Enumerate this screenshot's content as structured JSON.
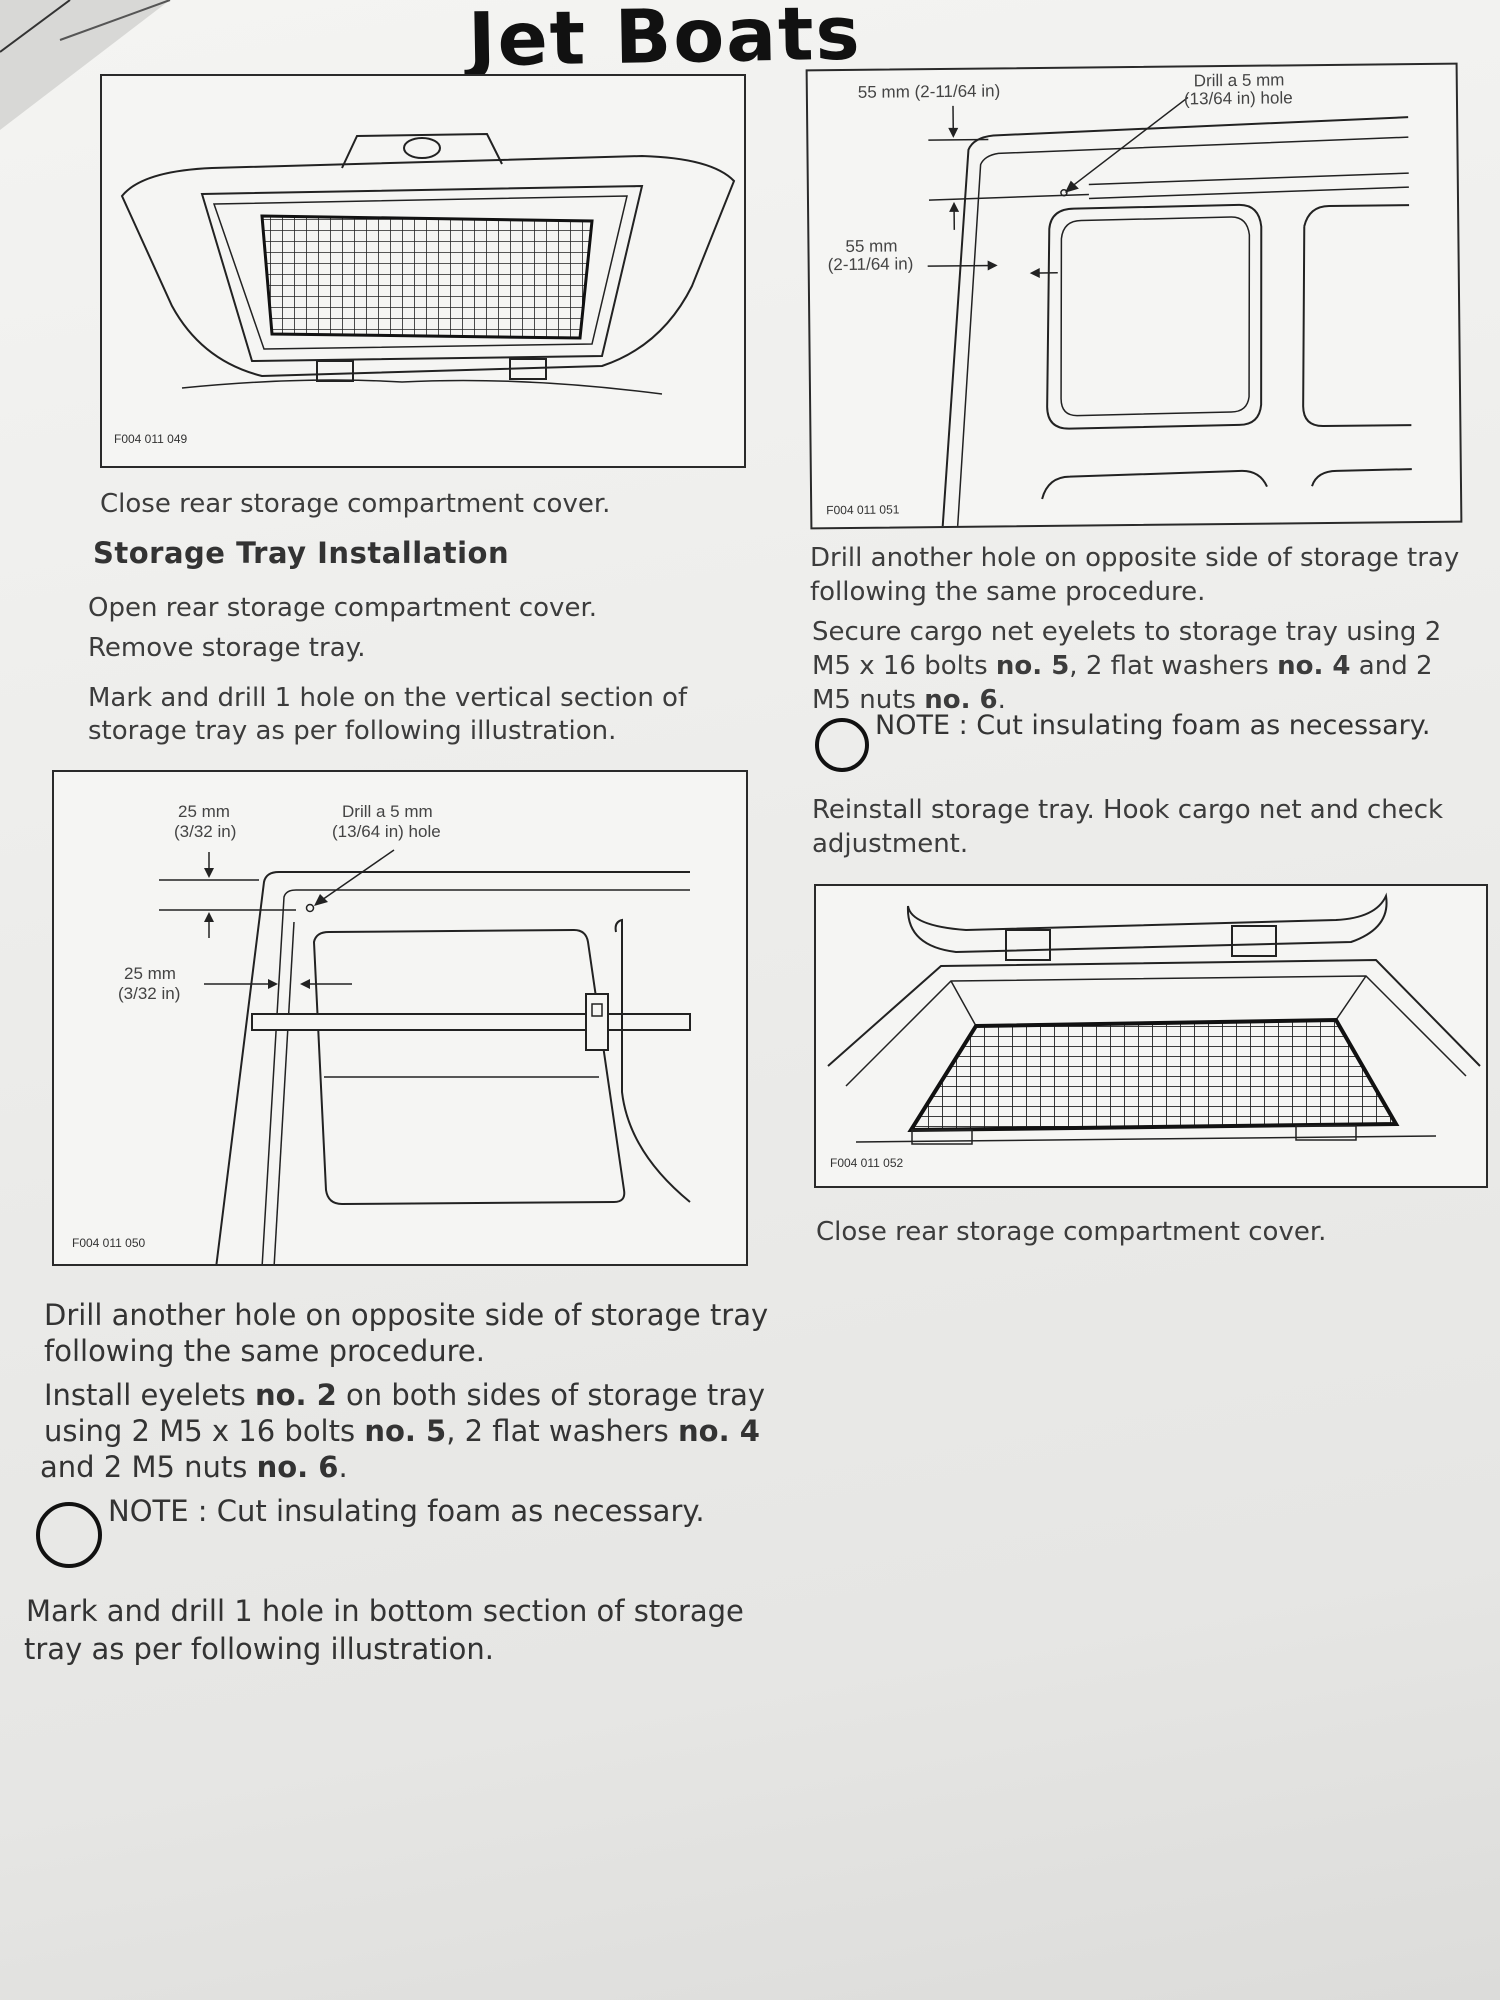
{
  "header": {
    "title": "Jet Boats"
  },
  "figures": {
    "fig1": {
      "code": "F004 011 049"
    },
    "fig2": {
      "code": "F004 011 051",
      "dim_top": "55 mm (2-11/64 in)",
      "drill_line1": "Drill a 5 mm",
      "drill_line2": "(13/64 in) hole",
      "dim_side_line1": "55 mm",
      "dim_side_line2": "(2-11/64 in)"
    },
    "fig3": {
      "code": "F004 011 050",
      "dim_top_line1": "25 mm",
      "dim_top_line2": "(3/32 in)",
      "drill_line1": "Drill a 5 mm",
      "drill_line2": "(13/64 in) hole",
      "dim_side_line1": "25 mm",
      "dim_side_line2": "(3/32 in)"
    },
    "fig4": {
      "code": "F004 011 052"
    }
  },
  "left_column": {
    "close_cover": "Close rear storage compartment cover.",
    "heading": "Storage Tray Installation",
    "step_open": "Open rear storage compartment cover.",
    "step_remove": "Remove storage tray.",
    "step_mark_line1": "Mark and drill 1 hole on the vertical section of",
    "step_mark_line2": "storage tray as per following illustration.",
    "drill_another_line1": "Drill another hole on opposite side of storage tray",
    "drill_another_line2": "following the same procedure.",
    "install_line1_a": "Install eyelets ",
    "install_line1_b": "no. 2",
    "install_line1_c": " on both sides of storage tray",
    "install_line2_a": "using 2 M5 x 16 bolts ",
    "install_line2_b": "no. 5",
    "install_line2_c": ", 2 flat washers ",
    "install_line2_d": "no. 4",
    "install_line3_a": "and 2 M5 nuts ",
    "install_line3_b": "no. 6",
    "install_line3_c": ".",
    "note": "NOTE : Cut insulating foam as necessary.",
    "mark_bottom_line1": "Mark and drill 1 hole in bottom section of storage",
    "mark_bottom_line2": "tray as per following illustration."
  },
  "right_column": {
    "drill_another_line1": "Drill another hole on opposite side of storage tray",
    "drill_another_line2": "following the same procedure.",
    "secure_line1": "Secure cargo net eyelets to storage tray using 2",
    "secure_line2_a": "M5 x 16 bolts ",
    "secure_line2_b": "no. 5",
    "secure_line2_c": ", 2 flat washers ",
    "secure_line2_d": "no. 4",
    "secure_line2_e": " and 2",
    "secure_line3_a": "M5 nuts ",
    "secure_line3_b": "no. 6",
    "secure_line3_c": ".",
    "note": "NOTE : Cut insulating foam as necessary.",
    "reinstall_line1": "Reinstall storage tray. Hook cargo net and check",
    "reinstall_line2": "adjustment.",
    "close_cover": "Close rear storage compartment cover."
  }
}
